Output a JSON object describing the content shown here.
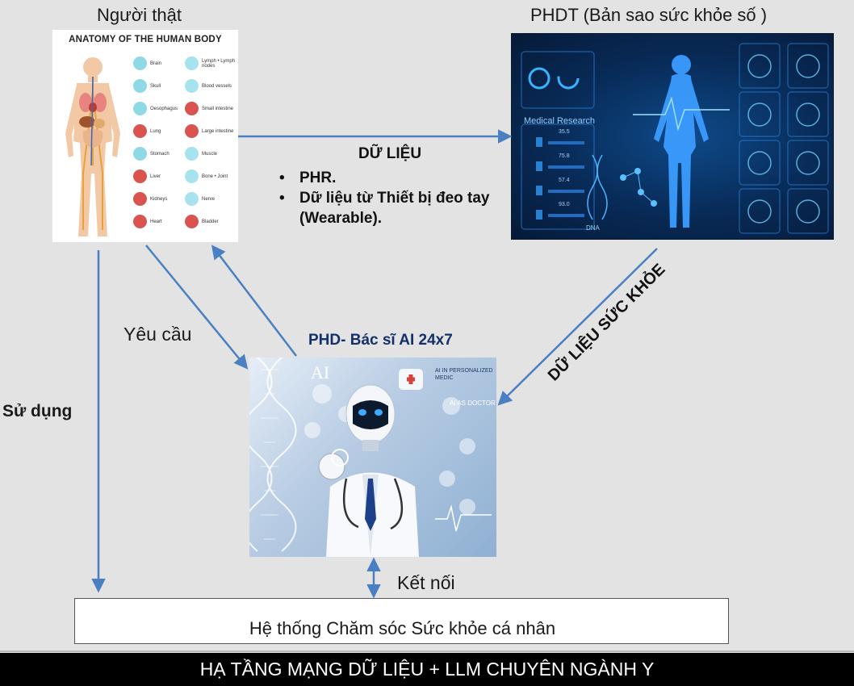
{
  "nodes": {
    "human": {
      "title": "Người thật",
      "poster_title": "ANATOMY OF THE HUMAN BODY",
      "organs_left": [
        "Brain",
        "Skull",
        "Oesophagus",
        "Lung",
        "Stomach",
        "Liver",
        "Kidneys",
        "Heart"
      ],
      "organs_right": [
        "Lymph • Lymph nodes",
        "Blood vessels",
        "Small intestine",
        "Large intestine",
        "Muscle",
        "Bone • Joint",
        "Nerve",
        "Bladder"
      ]
    },
    "twin": {
      "title": "PHDT (Bản sao sức khỏe số )",
      "panel_text": "Medical Research",
      "readouts": [
        "35.5",
        "75.8",
        "57.4",
        "93.0"
      ],
      "dna_label": "DNA"
    },
    "doctor": {
      "title": "PHD- Bác sĩ AI 24x7",
      "panel_ai": "AI",
      "panel_personalized": "AI IN PERSONALIZED MEDIC",
      "panel_ai_doctor": "AI AS DOCTOR"
    },
    "system": {
      "label": "Hệ thống Chăm sóc Sức khỏe cá nhân"
    }
  },
  "edges": {
    "data": {
      "title": "DỮ LIỆU",
      "items": [
        "PHR.",
        "Dữ liệu từ Thiết bị đeo tay (Wearable)."
      ]
    },
    "health_data": {
      "label": "DỮ LIỆU SỨC KHỎE"
    },
    "request": {
      "label": "Yêu cầu"
    },
    "use": {
      "label": "Sử dụng"
    },
    "connect": {
      "label": "Kết nối"
    }
  },
  "infrastructure": {
    "label": "HẠ TẦNG MẠNG DỮ LIỆU + LLM CHUYÊN NGÀNH Y"
  },
  "colors": {
    "arrow": "#4a7fc1",
    "doctor_title": "#14306b",
    "infra_bg": "#000000"
  }
}
